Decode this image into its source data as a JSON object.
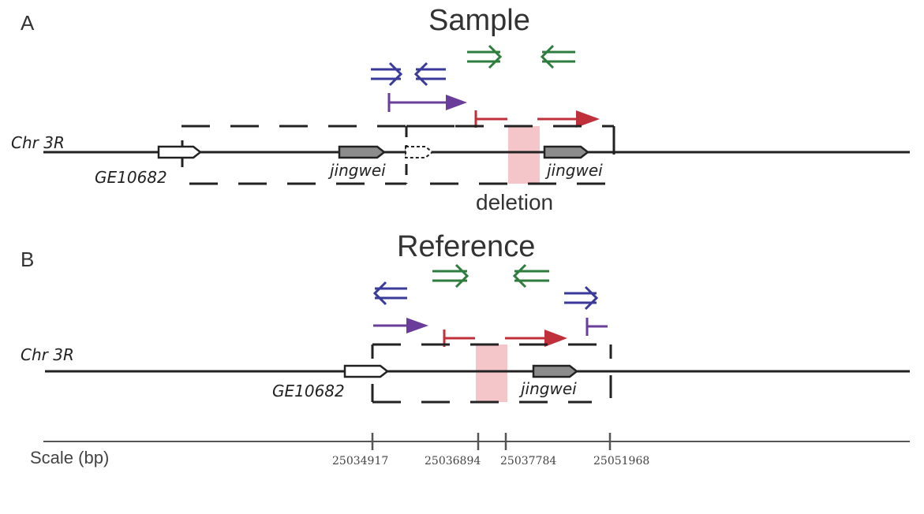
{
  "panel_a": {
    "letter": "A",
    "title": "Sample",
    "chromosome_label": "Chr 3R",
    "gene_labels": [
      "GE10682",
      "jingwei",
      "jingwei"
    ],
    "deletion_label": "deletion"
  },
  "panel_b": {
    "letter": "B",
    "title": "Reference",
    "chromosome_label": "Chr 3R",
    "gene_labels": [
      "GE10682",
      "jingwei"
    ]
  },
  "scale": {
    "label": "Scale (bp)",
    "ticks": [
      "25034917",
      "25036894",
      "25037784",
      "25051968"
    ]
  },
  "colors": {
    "blue_primer": "#3a3a9a",
    "green_primer": "#2e7d3e",
    "purple_read": "#6a3d9a",
    "red_read": "#c0303a",
    "deletion_fill": "#f4c6c9",
    "gene_gray": "#8c8c8c",
    "line": "#222222"
  }
}
